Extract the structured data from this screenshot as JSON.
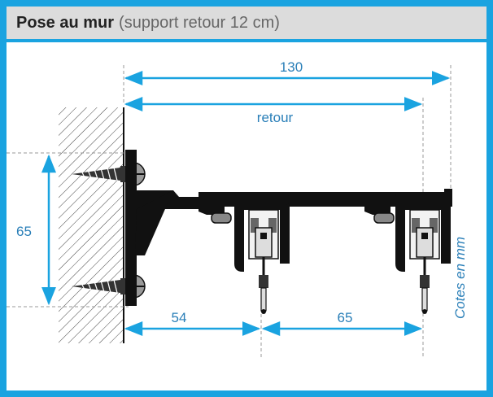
{
  "header": {
    "title": "Pose au mur",
    "subtitle": "(support retour 12 cm)"
  },
  "dimensions": {
    "total_width": "130",
    "return_label": "retour",
    "height": "65",
    "offset_first": "54",
    "track_spacing": "65"
  },
  "units_note": "Cotes en mm",
  "colors": {
    "frame": "#1aa3e0",
    "header_bg": "#dcdcdc",
    "dimension_line": "#1aa3e0",
    "dimension_text": "#2a7fb8",
    "profile": "#111111"
  }
}
